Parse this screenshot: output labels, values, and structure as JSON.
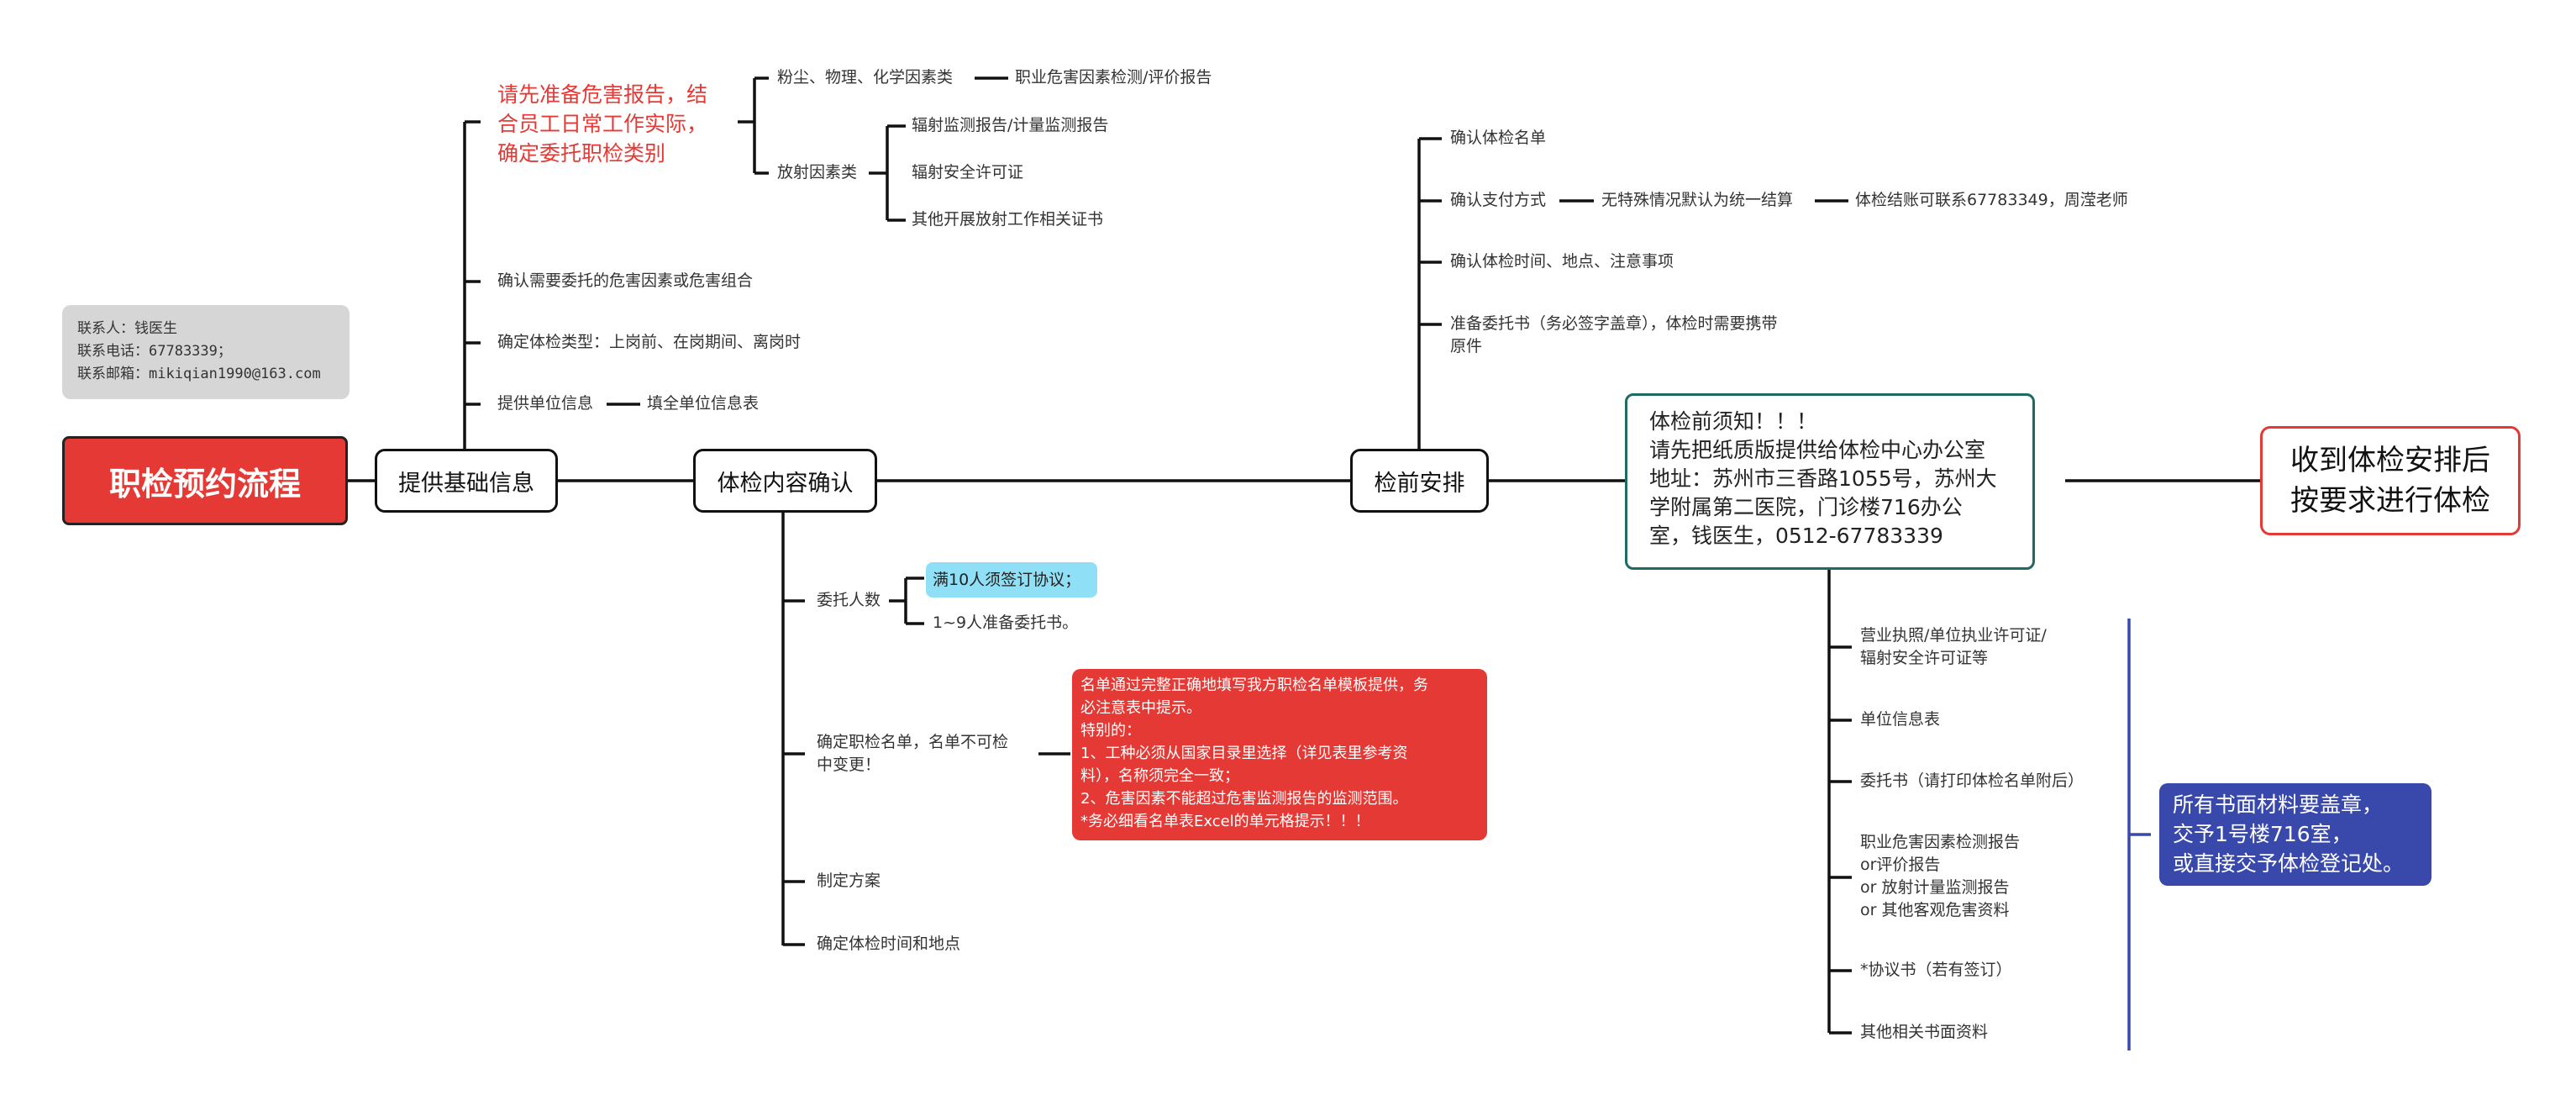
{
  "root": {
    "label": "职检预约流程"
  },
  "contact": {
    "name_line": "联系人：钱医生",
    "phone_line": "联系电话：67783339；",
    "email_line": "联系邮箱：mikiqian1990@163.com"
  },
  "basic": {
    "label": "提供基础信息",
    "red_note": "请先准备危害报告，结\n合员工日常工作实际，\n确定委托职检类别",
    "dust": "粉尘、物理、化学因素类",
    "dust_report": "职业危害因素检测/评价报告",
    "radiation": "放射因素类",
    "rad_items": [
      "辐射监测报告/计量监测报告",
      "辐射安全许可证",
      "其他开展放射工作相关证书"
    ],
    "confirm_factors": "确认需要委托的危害因素或危害组合",
    "confirm_type": "确定体检类型：上岗前、在岗期间、离岗时",
    "unit_info": "提供单位信息",
    "unit_info_sub": "填全单位信息表"
  },
  "content": {
    "label": "体检内容确认",
    "people": "委托人数",
    "people_10": "满10人须签订协议；",
    "people_9": "1~9人准备委托书。",
    "list": "确定职检名单，名单不可检\n中变更！",
    "list_note": "名单通过完整正确地填写我方职检名单模板提供，务\n必注意表中提示。\n特别的：\n    1、工种必须从国家目录里选择（详见表里参考资\n料），名称须完全一致；\n    2、危害因素不能超过危害监测报告的监测范围。\n*务必细看名单表Excel的单元格提示！！！",
    "plan": "制定方案",
    "time_place": "确定体检时间和地点"
  },
  "pre": {
    "label": "检前安排",
    "list_confirm": "确认体检名单",
    "payment": "确认支付方式",
    "payment_default": "无特殊情况默认为统一结算",
    "payment_contact": "体检结账可联系67783349，周滢老师",
    "time_confirm": "确认体检时间、地点、注意事项",
    "letter": "准备委托书（务必签字盖章），体检时需要携带\n原件"
  },
  "notice": {
    "text": "体检前须知！！！\n请先把纸质版提供给体检中心办公室\n地址：苏州市三香路1055号，苏州大\n学附属第二医院，门诊楼716办公\n室，钱医生，0512-67783339",
    "items": [
      "营业执照/单位执业许可证/\n辐射安全许可证等",
      "单位信息表",
      "委托书（请打印体检名单附后）",
      "职业危害因素检测报告\nor评价报告\nor 放射计量监测报告\nor 其他客观危害资料",
      "*协议书（若有签订）",
      "其他相关书面资料"
    ],
    "stamp": "所有书面材料要盖章，\n交予1号楼716室，\n或直接交予体检登记处。"
  },
  "final": {
    "label": "收到体检安排后\n按要求进行体检"
  },
  "colors": {
    "root_red": "#e53935",
    "note_red": "#e53935",
    "cyan": "#8fe0f7",
    "notice_border": "#1e6b64",
    "blue_box": "#3949ab",
    "blue_line": "#3949ab"
  }
}
